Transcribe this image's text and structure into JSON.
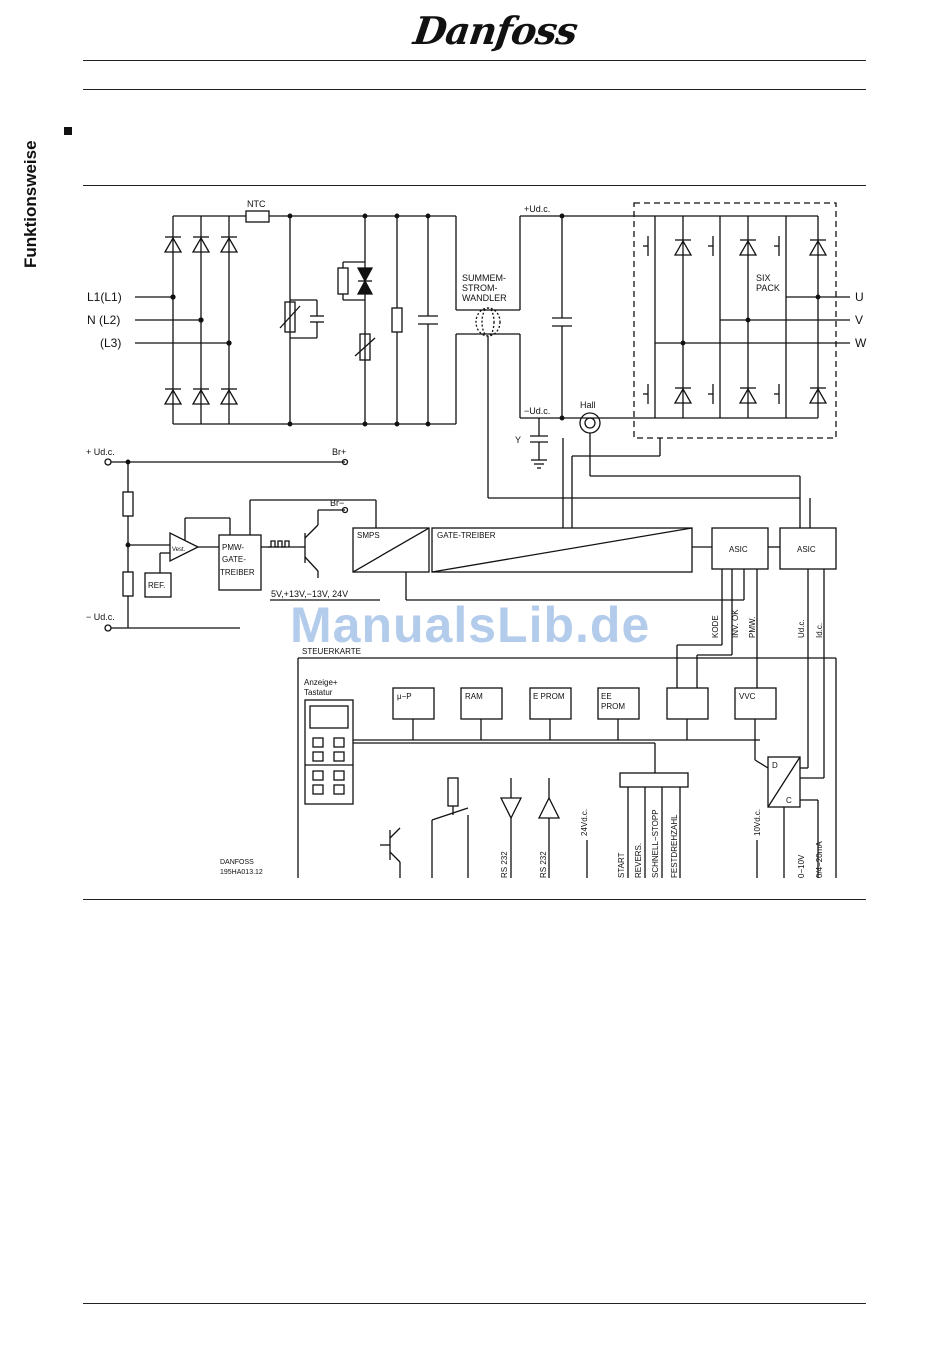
{
  "brand": {
    "logo": "Danfoss"
  },
  "sidebar": {
    "section_title": "Funktionsweise"
  },
  "watermark": "ManualsLib.de",
  "diagram": {
    "inputs": [
      "L1(L1)",
      "N (L2)",
      "(L3)"
    ],
    "outputs": [
      "U",
      "V",
      "W"
    ],
    "labels": {
      "ntc": "NTC",
      "summen": "SUMMEM-",
      "strom": "STROM-",
      "wandler": "WANDLER",
      "udc_plus": "+Ud.c.",
      "udc_minus": "−Ud.c.",
      "y": "Y",
      "hall": "Hall",
      "six": "SIX",
      "pack": "PACK",
      "plus_udc": "+  Ud.c.",
      "minus_udc": "−  Ud.c.",
      "br_plus": "Br+",
      "br_minus": "Br−",
      "vest": "Vest.",
      "ref": "REF.",
      "pmw1": "PMW-",
      "pmw2": "GATE-",
      "pmw3": "TREIBER",
      "smps": "SMPS",
      "gate_treiber": "GATE-TREIBER",
      "asic": "ASIC",
      "voltages": "5V,+13V,−13V, 24V",
      "steuerkarte": "STEUERKARTE",
      "anzeige1": "Anzeige+",
      "anzeige2": "Tastatur",
      "mu_p": "μ−P",
      "ram": "RAM",
      "eprom": "E PROM",
      "eeprom1": "EE",
      "eeprom2": "PROM",
      "vvc": "VVC",
      "d": "D",
      "c": "C",
      "kode": "KODE",
      "inv_ok": "INV. OK",
      "pmw_sig": "PMW.",
      "udc_sig": "Ud.c.",
      "idc_sig": "Id.c.",
      "rs232a": "RS  232",
      "rs232b": "RS  232",
      "v24": "24Vd.c.",
      "start": "START",
      "revers": "REVERS.",
      "schnell": "SCHNELL−STOPP",
      "festdreh": "FESTDREHZAHL",
      "v10": "10Vd.c.",
      "o10v": "0−10V",
      "o420": "0/4−20mA",
      "ref_code1": "DANFOSS",
      "ref_code2": "195HA013.12"
    }
  }
}
